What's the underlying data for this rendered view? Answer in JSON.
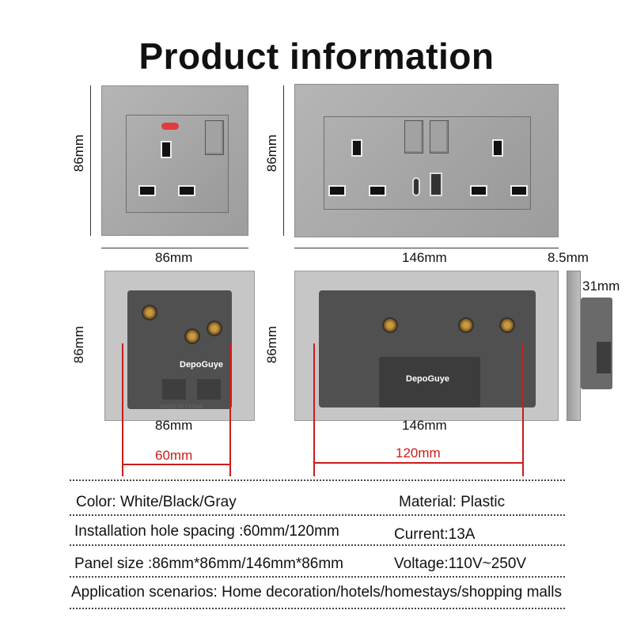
{
  "title": "Product information",
  "dimensions": {
    "small_height": "86mm",
    "small_width": "86mm",
    "large_height": "86mm",
    "large_width": "146mm",
    "depth_plate": "8.5mm",
    "depth_body": "31mm",
    "back_small_height": "86mm",
    "back_small_width": "86mm",
    "back_large_height": "86mm",
    "back_large_width": "146mm",
    "hole_small": "60mm",
    "hole_large": "120mm"
  },
  "back_labels": {
    "brand_small": "DepoGuye",
    "brand_large": "DepoGuye",
    "made_in": "MADE IN CHINA"
  },
  "specs": {
    "color": "Color: White/Black/Gray",
    "material": "Material: Plastic",
    "hole_spacing": "Installation hole spacing :60mm/120mm",
    "current": "Current:13A",
    "panel_size": "Panel size :86mm*86mm/146mm*86mm",
    "voltage": "Voltage:110V~250V",
    "application": "Application scenarios: Home decoration/hotels/homestays/shopping malls"
  },
  "colors": {
    "panel": "#a8a8a8",
    "accent_red": "#cc1b1b",
    "indicator": "#e33b3b"
  }
}
